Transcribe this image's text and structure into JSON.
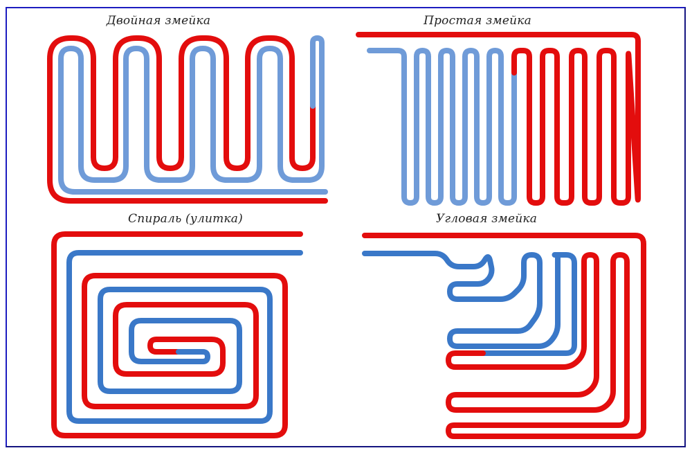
{
  "figure": {
    "title": "Схемы укладки труб тёплого пола",
    "colors": {
      "supply": "#e30d0d",
      "return_light": "#6f9bd8",
      "return_dark": "#3a78c8",
      "frame": "#1c1cc0"
    },
    "panels": [
      {
        "id": "double-snake",
        "label": "Двойная змейка",
        "supply_color": "supply",
        "return_color": "return_light"
      },
      {
        "id": "simple-snake",
        "label": "Простая змейка",
        "supply_color": "supply",
        "return_color": "return_light"
      },
      {
        "id": "spiral",
        "label": "Спираль (улитка)",
        "supply_color": "supply",
        "return_color": "return_dark"
      },
      {
        "id": "corner-snake",
        "label": "Угловая змейка",
        "supply_color": "supply",
        "return_color": "return_dark"
      }
    ]
  }
}
